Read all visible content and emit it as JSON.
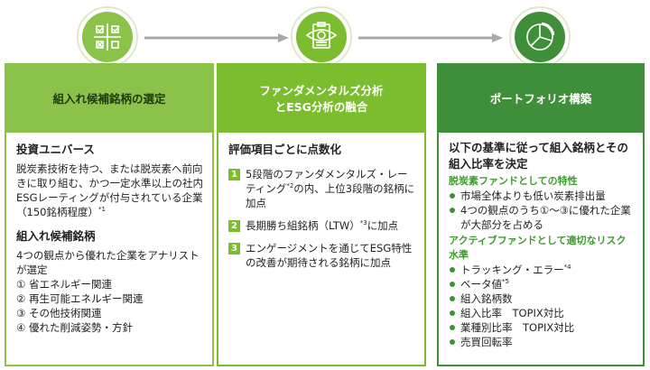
{
  "icons": [
    "checklist-grid-icon",
    "eye-clipboard-icon",
    "pie-chart-icon"
  ],
  "columns": [
    {
      "header": "組入れ候補銘柄の選定",
      "section1_title": "投資ユニバース",
      "section1_text": "脱炭素技術を持つ、または脱炭素へ前向きに取り組む、かつ一定水準以上の社内ESGレーティングが付与されている企業（150銘柄程度）",
      "section1_note": "*1",
      "section2_title": "組入れ候補銘柄",
      "section2_text": "4つの観点から優れた企業をアナリストが選定",
      "items": [
        "① 省エネルギー関連",
        "② 再生可能エネルギー関連",
        "③ その他技術関連",
        "④ 優れた削減姿勢・方針"
      ]
    },
    {
      "header_line1": "ファンダメンタルズ分析",
      "header_line2": "とESG分析の融合",
      "title": "評価項目ごとに点数化",
      "steps": [
        {
          "num": "1",
          "text_a": "5段階のファンダメンタルズ・レーティング",
          "note": "*2",
          "text_b": "の内、上位3段階の銘柄に加点"
        },
        {
          "num": "2",
          "text_a": "長期勝ち組銘柄（LTW）",
          "note": "*3",
          "text_b": "に加点"
        },
        {
          "num": "3",
          "text_a": "エンゲージメントを通じてESG特性の改善が期待される銘柄に加点",
          "note": "",
          "text_b": ""
        }
      ]
    },
    {
      "header": "ポートフォリオ構築",
      "title": "以下の基準に従って組入銘柄とその組入比率を決定",
      "sub1": "脱炭素ファンドとしての特性",
      "bullets1": [
        "市場全体よりも低い炭素排出量",
        "4つの観点のうち①～③に優れた企業が大部分を占める"
      ],
      "sub2": "アクティブファンドとして適切なリスク水準",
      "bullets2": [
        {
          "text": "トラッキング・エラー",
          "note": "*4"
        },
        {
          "text": "ベータ値",
          "note": "*5"
        },
        {
          "text": "組入銘柄数",
          "note": ""
        },
        {
          "text": "組入比率　TOPIX対比",
          "note": ""
        },
        {
          "text": "業種別比率　TOPIX対比",
          "note": ""
        },
        {
          "text": "売買回転率",
          "note": ""
        }
      ]
    }
  ],
  "colors": {
    "light_green": "#8bc34a",
    "mid_green": "#7cbc2f",
    "dark_green": "#3f8f3a",
    "arrow": "#a7a9ac"
  }
}
